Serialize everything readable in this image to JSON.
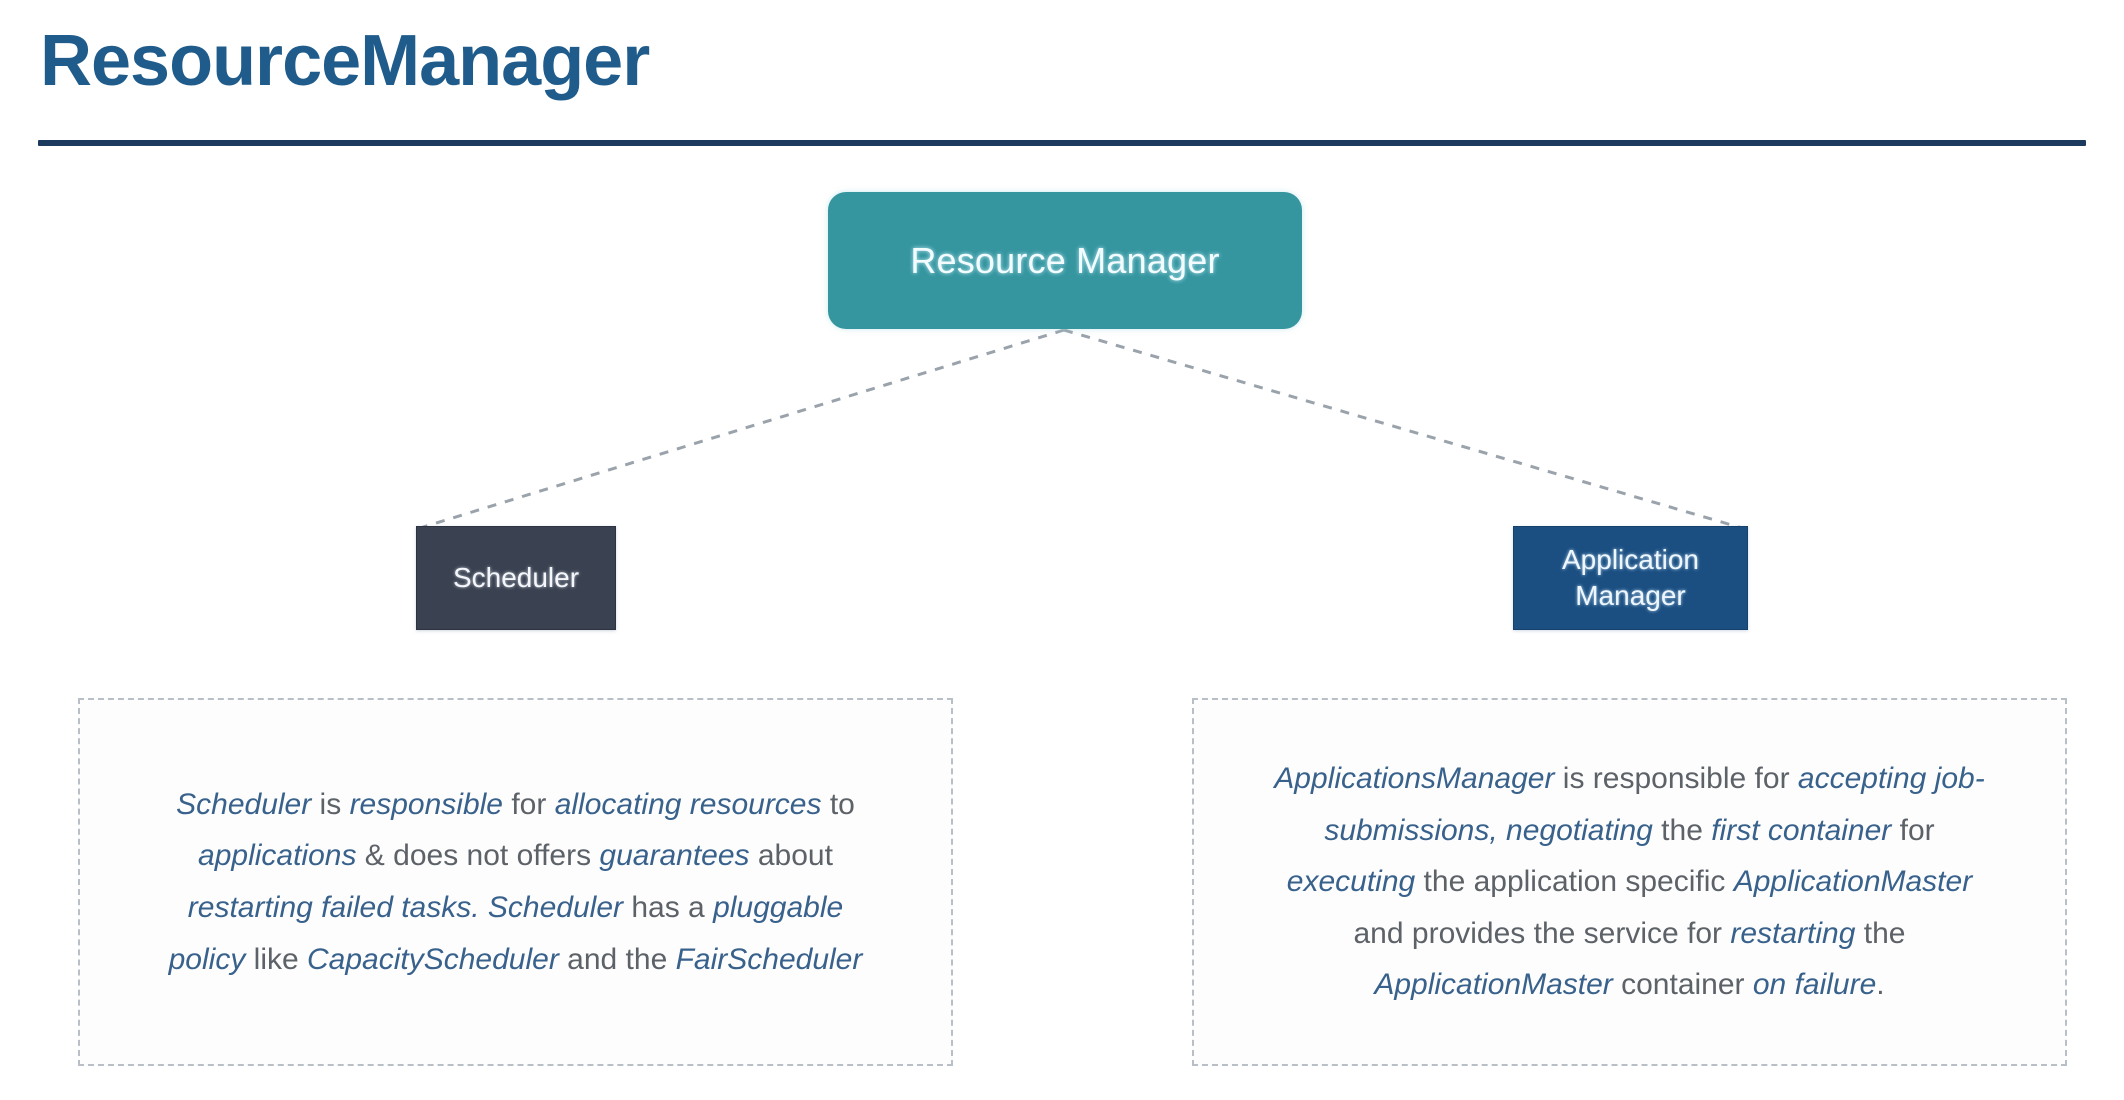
{
  "slide": {
    "title": "ResourceManager",
    "background_color": "#ffffff",
    "title_color": "#1f5c8b",
    "rule_color": "#1c3a5e"
  },
  "diagram": {
    "root": {
      "label": "Resource Manager",
      "fill_color": "#3596a0",
      "text_color": "#f2fcff"
    },
    "children": [
      {
        "id": "scheduler",
        "label": "Scheduler",
        "label_lines": [
          "Scheduler"
        ],
        "fill_color": "#3a4150",
        "text_color": "#f4f6fa"
      },
      {
        "id": "application-manager",
        "label": "Application Manager",
        "label_lines": [
          "Application",
          "Manager"
        ],
        "fill_color": "#1b4f82",
        "text_color": "#eef7ff"
      }
    ],
    "connector_style": "dashed",
    "connector_color": "#9aa3ab"
  },
  "descriptions": {
    "scheduler": {
      "for_node": "Scheduler",
      "full_text": "Scheduler is responsible for allocating resources to applications & does not offers guarantees about restarting failed tasks. Scheduler has a pluggable policy like CapacityScheduler and the FairScheduler",
      "runs": [
        {
          "text": "Scheduler",
          "emphasis": true
        },
        {
          "text": " is ",
          "emphasis": false
        },
        {
          "text": "responsible",
          "emphasis": true
        },
        {
          "text": " for ",
          "emphasis": false
        },
        {
          "text": "allocating resources",
          "emphasis": true
        },
        {
          "text": " to ",
          "emphasis": false
        },
        {
          "text": "applications",
          "emphasis": true
        },
        {
          "text": " & does not offers ",
          "emphasis": false
        },
        {
          "text": "guarantees",
          "emphasis": true
        },
        {
          "text": " about ",
          "emphasis": false
        },
        {
          "text": "restarting failed tasks.",
          "emphasis": true
        },
        {
          "text": " ",
          "emphasis": false
        },
        {
          "text": "Scheduler",
          "emphasis": true
        },
        {
          "text": " has a ",
          "emphasis": false
        },
        {
          "text": "pluggable policy",
          "emphasis": true
        },
        {
          "text": " like ",
          "emphasis": false
        },
        {
          "text": "CapacityScheduler",
          "emphasis": true
        },
        {
          "text": " and the ",
          "emphasis": false
        },
        {
          "text": "FairScheduler",
          "emphasis": true
        }
      ]
    },
    "application_manager": {
      "for_node": "Application Manager",
      "full_text": "ApplicationsManager is responsible for accepting job-submissions, negotiating the first container for executing the application specific ApplicationMaster and provides the service for restarting the ApplicationMaster container on failure.",
      "runs": [
        {
          "text": "ApplicationsManager",
          "emphasis": true
        },
        {
          "text": " is responsible for ",
          "emphasis": false
        },
        {
          "text": "accepting job-submissions, negotiating",
          "emphasis": true
        },
        {
          "text": " the ",
          "emphasis": false
        },
        {
          "text": "first container",
          "emphasis": true
        },
        {
          "text": " for ",
          "emphasis": false
        },
        {
          "text": "executing",
          "emphasis": true
        },
        {
          "text": " the application specific ",
          "emphasis": false
        },
        {
          "text": "ApplicationMaster",
          "emphasis": true
        },
        {
          "text": " and provides the service for ",
          "emphasis": false
        },
        {
          "text": "restarting",
          "emphasis": true
        },
        {
          "text": " the ",
          "emphasis": false
        },
        {
          "text": "ApplicationMaster",
          "emphasis": true
        },
        {
          "text": " container ",
          "emphasis": false
        },
        {
          "text": "on failure",
          "emphasis": true
        },
        {
          "text": ".",
          "emphasis": false
        }
      ]
    }
  }
}
